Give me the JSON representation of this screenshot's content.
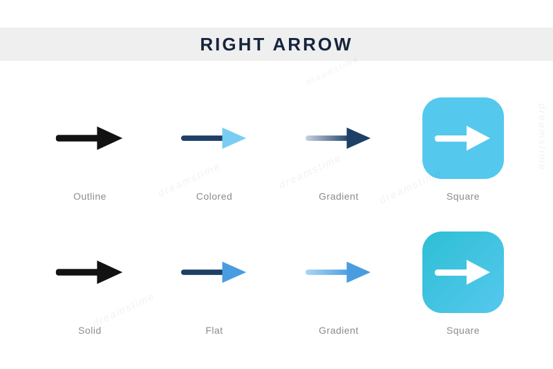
{
  "header": {
    "title": "RIGHT ARROW"
  },
  "rows": [
    {
      "items": [
        {
          "label": "Outline"
        },
        {
          "label": "Colored"
        },
        {
          "label": "Gradient"
        },
        {
          "label": "Square"
        }
      ]
    },
    {
      "items": [
        {
          "label": "Solid"
        },
        {
          "label": "Flat"
        },
        {
          "label": "Gradient"
        },
        {
          "label": "Square"
        }
      ]
    }
  ],
  "watermark": {
    "text": "dreamstime"
  },
  "colors": {
    "black": "#121212",
    "navy": "#1e3f66",
    "lightblue": "#79cdf2",
    "blue": "#4a9ce0",
    "shaft-light": "#c8d3de",
    "shaft-lightblue": "#aad6f2",
    "cyan": "#55c8ee",
    "teal": "#2ebfd4",
    "title": "#16243d",
    "label": "#8b8b8b",
    "band": "#efefef"
  }
}
